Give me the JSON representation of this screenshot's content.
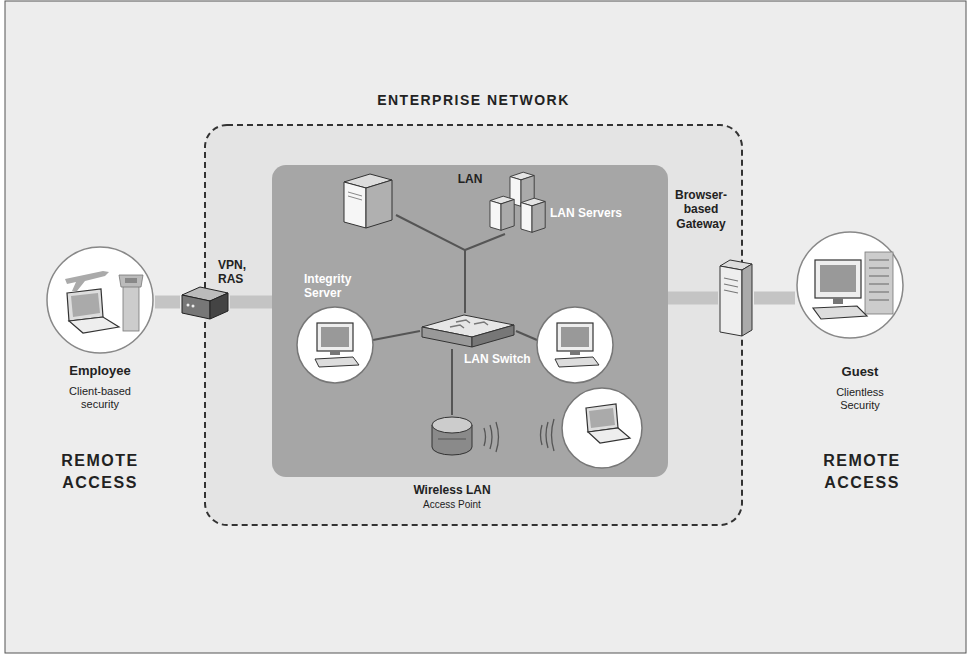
{
  "diagram": {
    "nodes": [
      {
        "text": [
          "ENTERPRISE NETWORK"
        ]
      },
      {
        "text": [
          "LAN"
        ],
        "in": 0
      },
      {
        "text": [
          "Integrity Server"
        ],
        "in": 1
      },
      {
        "text": [
          "LAN Servers"
        ],
        "in": 1
      },
      {
        "text": [
          "LAN Switch"
        ],
        "in": 1
      },
      {
        "text": [
          "Wireless LAN",
          "Access Point"
        ],
        "in": 1
      },
      {
        "text": [
          "VPN, RAS"
        ]
      },
      {
        "text": [
          "Browser-based Gateway"
        ]
      },
      {
        "text": [
          "Employee",
          "Client-based security"
        ]
      },
      {
        "text": [
          "Guest",
          "Clientless Security"
        ]
      }
    ],
    "edges": [
      {
        "from": 8,
        "to": 6,
        "arrow": "none"
      },
      {
        "from": 6,
        "to": 1,
        "arrow": "none"
      },
      {
        "from": 1,
        "to": 7,
        "arrow": "none"
      },
      {
        "from": 7,
        "to": 9,
        "arrow": "none"
      },
      {
        "from": 4,
        "to": 2,
        "arrow": "none"
      },
      {
        "from": 4,
        "to": 3,
        "arrow": "none"
      },
      {
        "from": 4,
        "to": 5,
        "arrow": "none"
      }
    ],
    "labels": [
      "REMOTE ACCESS",
      "REMOTE ACCESS"
    ]
  }
}
